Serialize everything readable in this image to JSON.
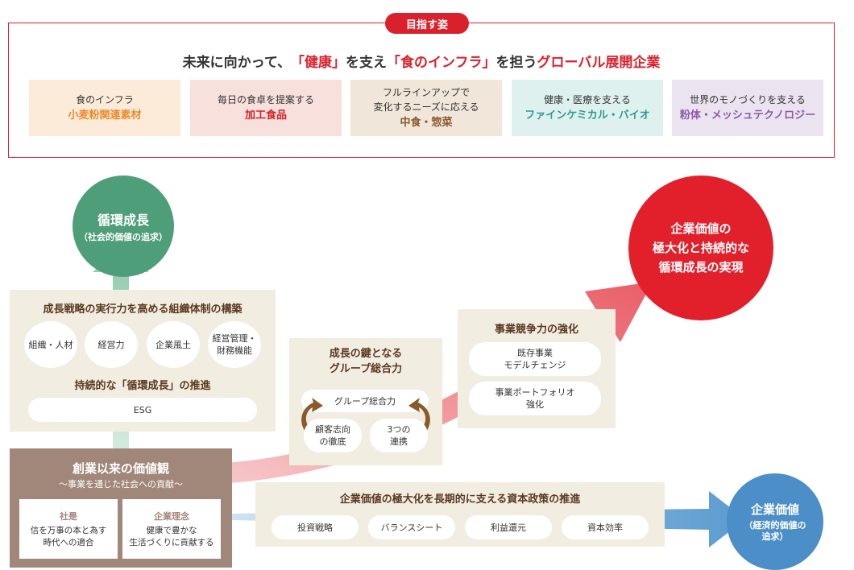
{
  "vision": {
    "tag": "目指す姿",
    "heading_parts": [
      "未来に向かって、",
      "「健康」",
      "を支え",
      "「食のインフラ」",
      "を担う",
      "グローバル展開企業"
    ],
    "cards": [
      {
        "lines": [
          "食のインフラ"
        ],
        "highlight": "小麦粉関連素材",
        "color": "#ec8a2e",
        "bg": "#fcebd9"
      },
      {
        "lines": [
          "毎日の食卓を提案する"
        ],
        "highlight": "加工食品",
        "color": "#d9202c",
        "bg": "#f8e1dd"
      },
      {
        "lines": [
          "フルラインアップで",
          "変化するニーズに応える"
        ],
        "highlight": "中食・惣菜",
        "color": "#8a5a2b",
        "bg": "#f0e6da"
      },
      {
        "lines": [
          "健康・医療を支える"
        ],
        "highlight": "ファインケミカル・バイオ",
        "color": "#2e9a94",
        "bg": "#dff1ef"
      },
      {
        "lines": [
          "世界のモノづくりを支える"
        ],
        "highlight": "粉体・メッシュテクノロジー",
        "color": "#8a5ca8",
        "bg": "#ece3f1"
      }
    ]
  },
  "cyclical_growth": {
    "title": "循環成長",
    "subtitle": "（社会的価値の追求）"
  },
  "org_box": {
    "title": "成長戦略の実行力を高める組織体制の構築",
    "items": [
      "組織・人材",
      "経営力",
      "企業風土",
      "経営管理・\n財務機能"
    ],
    "subtitle": "持続的な「循環成長」の推進",
    "esg": "ESG"
  },
  "group_box": {
    "title": "成長の鍵となる\nグループ総合力",
    "pill": "グループ総合力",
    "items": [
      "顧客志向\nの徹底",
      "3つの\n連携"
    ]
  },
  "competitive_box": {
    "title": "事業競争力の強化",
    "items": [
      "既存事業\nモデルチェンジ",
      "事業ポートフォリオ\n強化"
    ]
  },
  "goal_circle": {
    "text": "企業価値の\n極大化と持続的な\n循環成長の実現"
  },
  "founding": {
    "title": "創業以来の価値観",
    "subtitle": "～事業を通じた社会への貢献～",
    "items": [
      {
        "label": "社是",
        "text": "信を万事の本と為す\n時代への適合"
      },
      {
        "label": "企業理念",
        "text": "健康で豊かな\n生活づくりに貢献する"
      }
    ]
  },
  "capital_policy": {
    "title": "企業価値の極大化を長期的に支える資本政策の推進",
    "items": [
      "投資戦略",
      "バランスシート",
      "利益還元",
      "資本効率"
    ]
  },
  "corporate_value": {
    "title": "企業価値",
    "subtitle": "（経済的価値の\n追求）"
  },
  "colors": {
    "red": "#d9202c",
    "green": "#4e9e7a",
    "blue": "#4b8ec8",
    "brown": "#a1877a",
    "beige": "#f2ede1"
  },
  "icons": [
    "cycle-arrow-left-icon",
    "cycle-arrow-right-icon",
    "upward-arrow-icon",
    "growth-arrow-icon",
    "value-arrow-icon"
  ]
}
